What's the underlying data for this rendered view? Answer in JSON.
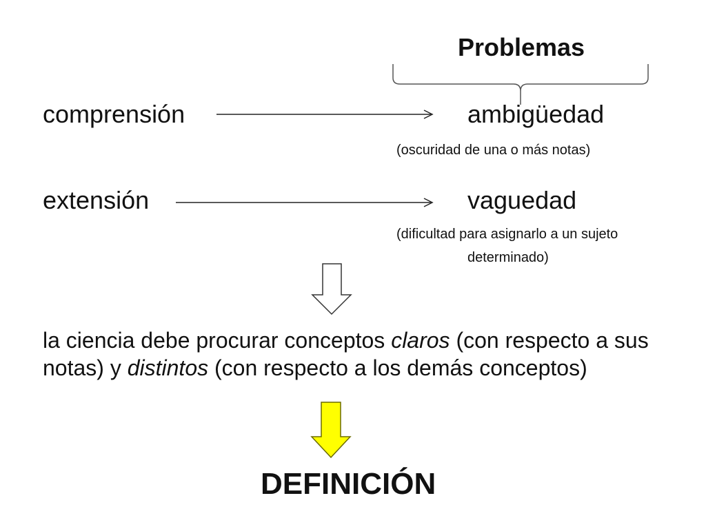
{
  "heading": "Problemas",
  "rows": [
    {
      "term": "comprensión",
      "problem": "ambigüedad",
      "note_lines": [
        "(oscuridad de una o más notas)"
      ]
    },
    {
      "term": "extensión",
      "problem": "vaguedad",
      "note_lines": [
        "(dificultad para asignarlo a un sujeto",
        "determinado)"
      ]
    }
  ],
  "conclusion": {
    "part1": "la ciencia debe procurar conceptos ",
    "emph1": "claros",
    "part2": " (con respecto a sus notas) y ",
    "emph2": "distintos",
    "part3": " (con respecto a los demás conceptos)"
  },
  "final_term": "DEFINICIÓN",
  "colors": {
    "text": "#111111",
    "highlight_arrow_fill": "#ffff00",
    "highlight_arrow_stroke": "#6b6b00",
    "outline_arrow_stroke": "#333333"
  },
  "icons": {
    "hollow_arrow": "down-arrow-outline",
    "highlight_arrow": "down-arrow-yellow"
  }
}
